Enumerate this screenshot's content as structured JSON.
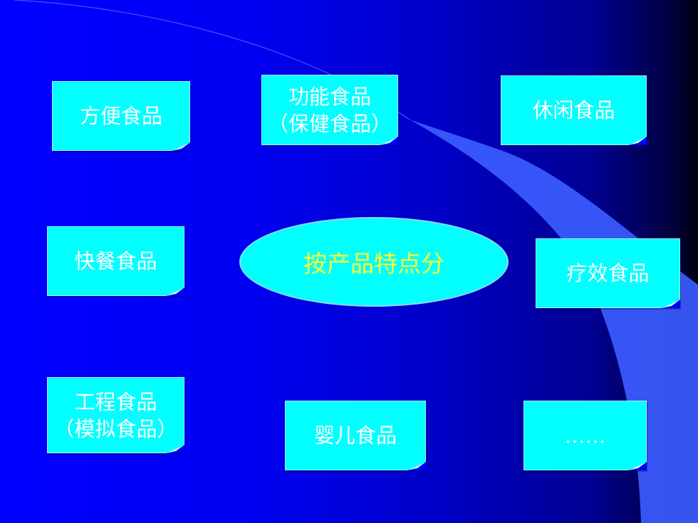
{
  "center": {
    "label": "按产品特点分"
  },
  "boxes": [
    {
      "id": "convenience",
      "lines": [
        "方便食品"
      ]
    },
    {
      "id": "functional",
      "lines": [
        "功能食品",
        "（保健食品）"
      ]
    },
    {
      "id": "leisure",
      "lines": [
        "休闲食品"
      ]
    },
    {
      "id": "fastfood",
      "lines": [
        "快餐食品"
      ]
    },
    {
      "id": "therapeutic",
      "lines": [
        "疗效食品"
      ]
    },
    {
      "id": "engineered",
      "lines": [
        "工程食品",
        "（模拟食品）"
      ]
    },
    {
      "id": "infant",
      "lines": [
        "婴儿食品"
      ]
    },
    {
      "id": "more",
      "lines": [
        "……"
      ]
    }
  ],
  "colors": {
    "box_fill": "#00ffff",
    "box_text": "#ffffff",
    "center_text": "#ffff33",
    "background": "#0000ff"
  }
}
